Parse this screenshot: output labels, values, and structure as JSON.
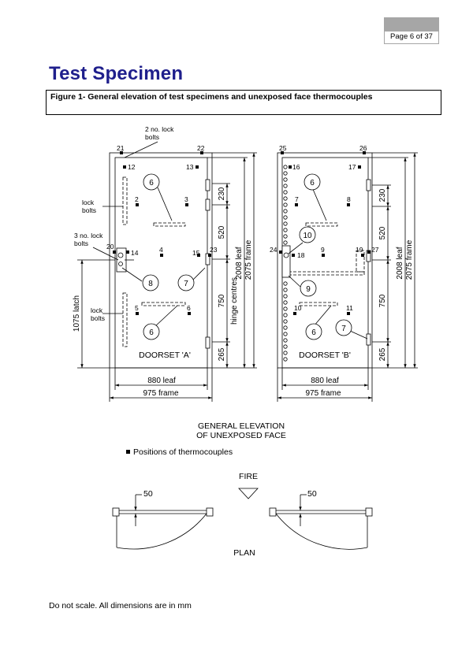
{
  "header": {
    "page_label": "Page 6 of 37"
  },
  "title": "Test Specimen",
  "figure_caption": "Figure 1- General elevation of test specimens and unexposed face thermocouples",
  "doorset_a": {
    "label": "DOORSET 'A'",
    "tc": [
      "21",
      "22",
      "12",
      "13",
      "2",
      "3",
      "20",
      "14",
      "4",
      "15",
      "23",
      "5",
      "6"
    ],
    "callouts": [
      "6",
      "8",
      "7",
      "6"
    ],
    "annotations": {
      "lock_bolts_top": "2 no. lock",
      "bolts_top": "bolts",
      "lock_left": "lock",
      "bolts_left": "bolts",
      "three_lock": "3 no. lock",
      "bolts_mid": "bolts",
      "lock_low": "lock",
      "bolts_low": "bolts"
    },
    "dims": {
      "latch": "1075 latch",
      "d230": "230",
      "d520": "520",
      "d750": "750",
      "hinge": "hinge centres",
      "d265": "265",
      "leaf_h": "2008 leaf",
      "frame_h": "2075 frame",
      "leaf_w": "880 leaf",
      "frame_w": "975 frame"
    }
  },
  "doorset_b": {
    "label": "DOORSET 'B'",
    "tc": [
      "25",
      "26",
      "16",
      "17",
      "7",
      "8",
      "24",
      "18",
      "9",
      "19",
      "27",
      "10",
      "11"
    ],
    "callouts": [
      "6",
      "10",
      "9",
      "6",
      "7"
    ],
    "dims": {
      "d230": "230",
      "d520": "520",
      "d750": "750",
      "d265": "265",
      "leaf_h": "2008 leaf",
      "frame_h": "2075 frame",
      "leaf_w": "880 leaf",
      "frame_w": "975 frame"
    }
  },
  "elevation_title_1": "GENERAL ELEVATION",
  "elevation_title_2": "OF UNEXPOSED FACE",
  "legend_text": "Positions of thermocouples",
  "plan": {
    "fire_label": "FIRE",
    "dim_left": "50",
    "dim_right": "50",
    "plan_label": "PLAN"
  },
  "footer": "Do not scale. All dimensions are in mm"
}
